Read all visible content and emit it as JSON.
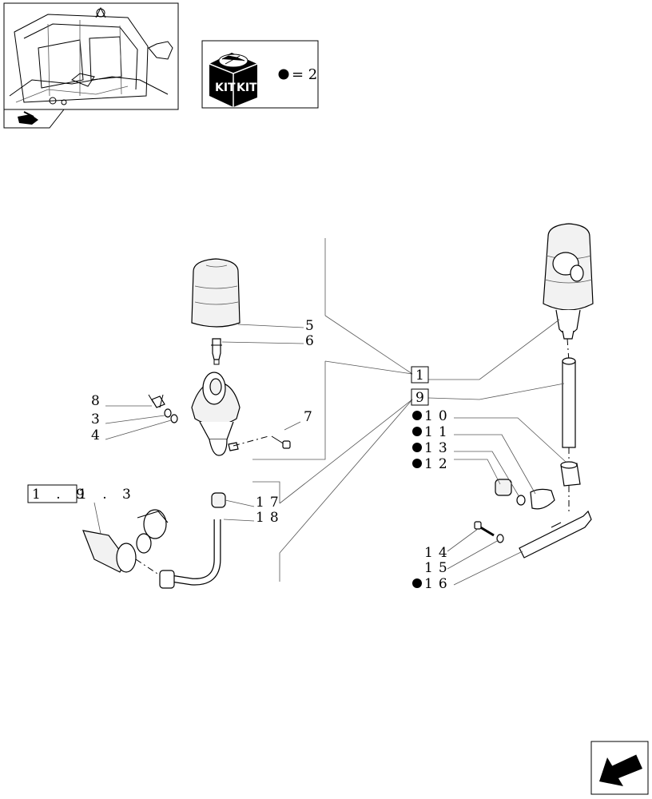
{
  "kit_note": {
    "symbol": "●",
    "text": "= 2"
  },
  "kit_box": {
    "left_text": "KIT",
    "right_text": "KIT"
  },
  "callouts": [
    {
      "id": "c5",
      "text": "5"
    },
    {
      "id": "c6",
      "text": "6"
    },
    {
      "id": "c8",
      "text": "8"
    },
    {
      "id": "c3",
      "text": "3"
    },
    {
      "id": "c4",
      "text": "4"
    },
    {
      "id": "c7",
      "text": "7"
    },
    {
      "id": "c17",
      "text": "17"
    },
    {
      "id": "c18",
      "text": "18"
    },
    {
      "id": "c1",
      "text": "1"
    },
    {
      "id": "c9",
      "text": "9"
    },
    {
      "id": "c10",
      "text": "10",
      "kit_marker": true
    },
    {
      "id": "c11",
      "text": "11",
      "kit_marker": true
    },
    {
      "id": "c13",
      "text": "13",
      "kit_marker": true
    },
    {
      "id": "c12",
      "text": "12",
      "kit_marker": true
    },
    {
      "id": "c14",
      "text": "14"
    },
    {
      "id": "c15",
      "text": "15"
    },
    {
      "id": "c16",
      "text": "16",
      "kit_marker": true
    }
  ],
  "reference": {
    "boxed": "1 . 9",
    "suffix": "1 . 3"
  },
  "nav": {
    "next_page_icon": "arrow-next-icon",
    "thumb_icon": "tractor-thumbnail-icon"
  }
}
